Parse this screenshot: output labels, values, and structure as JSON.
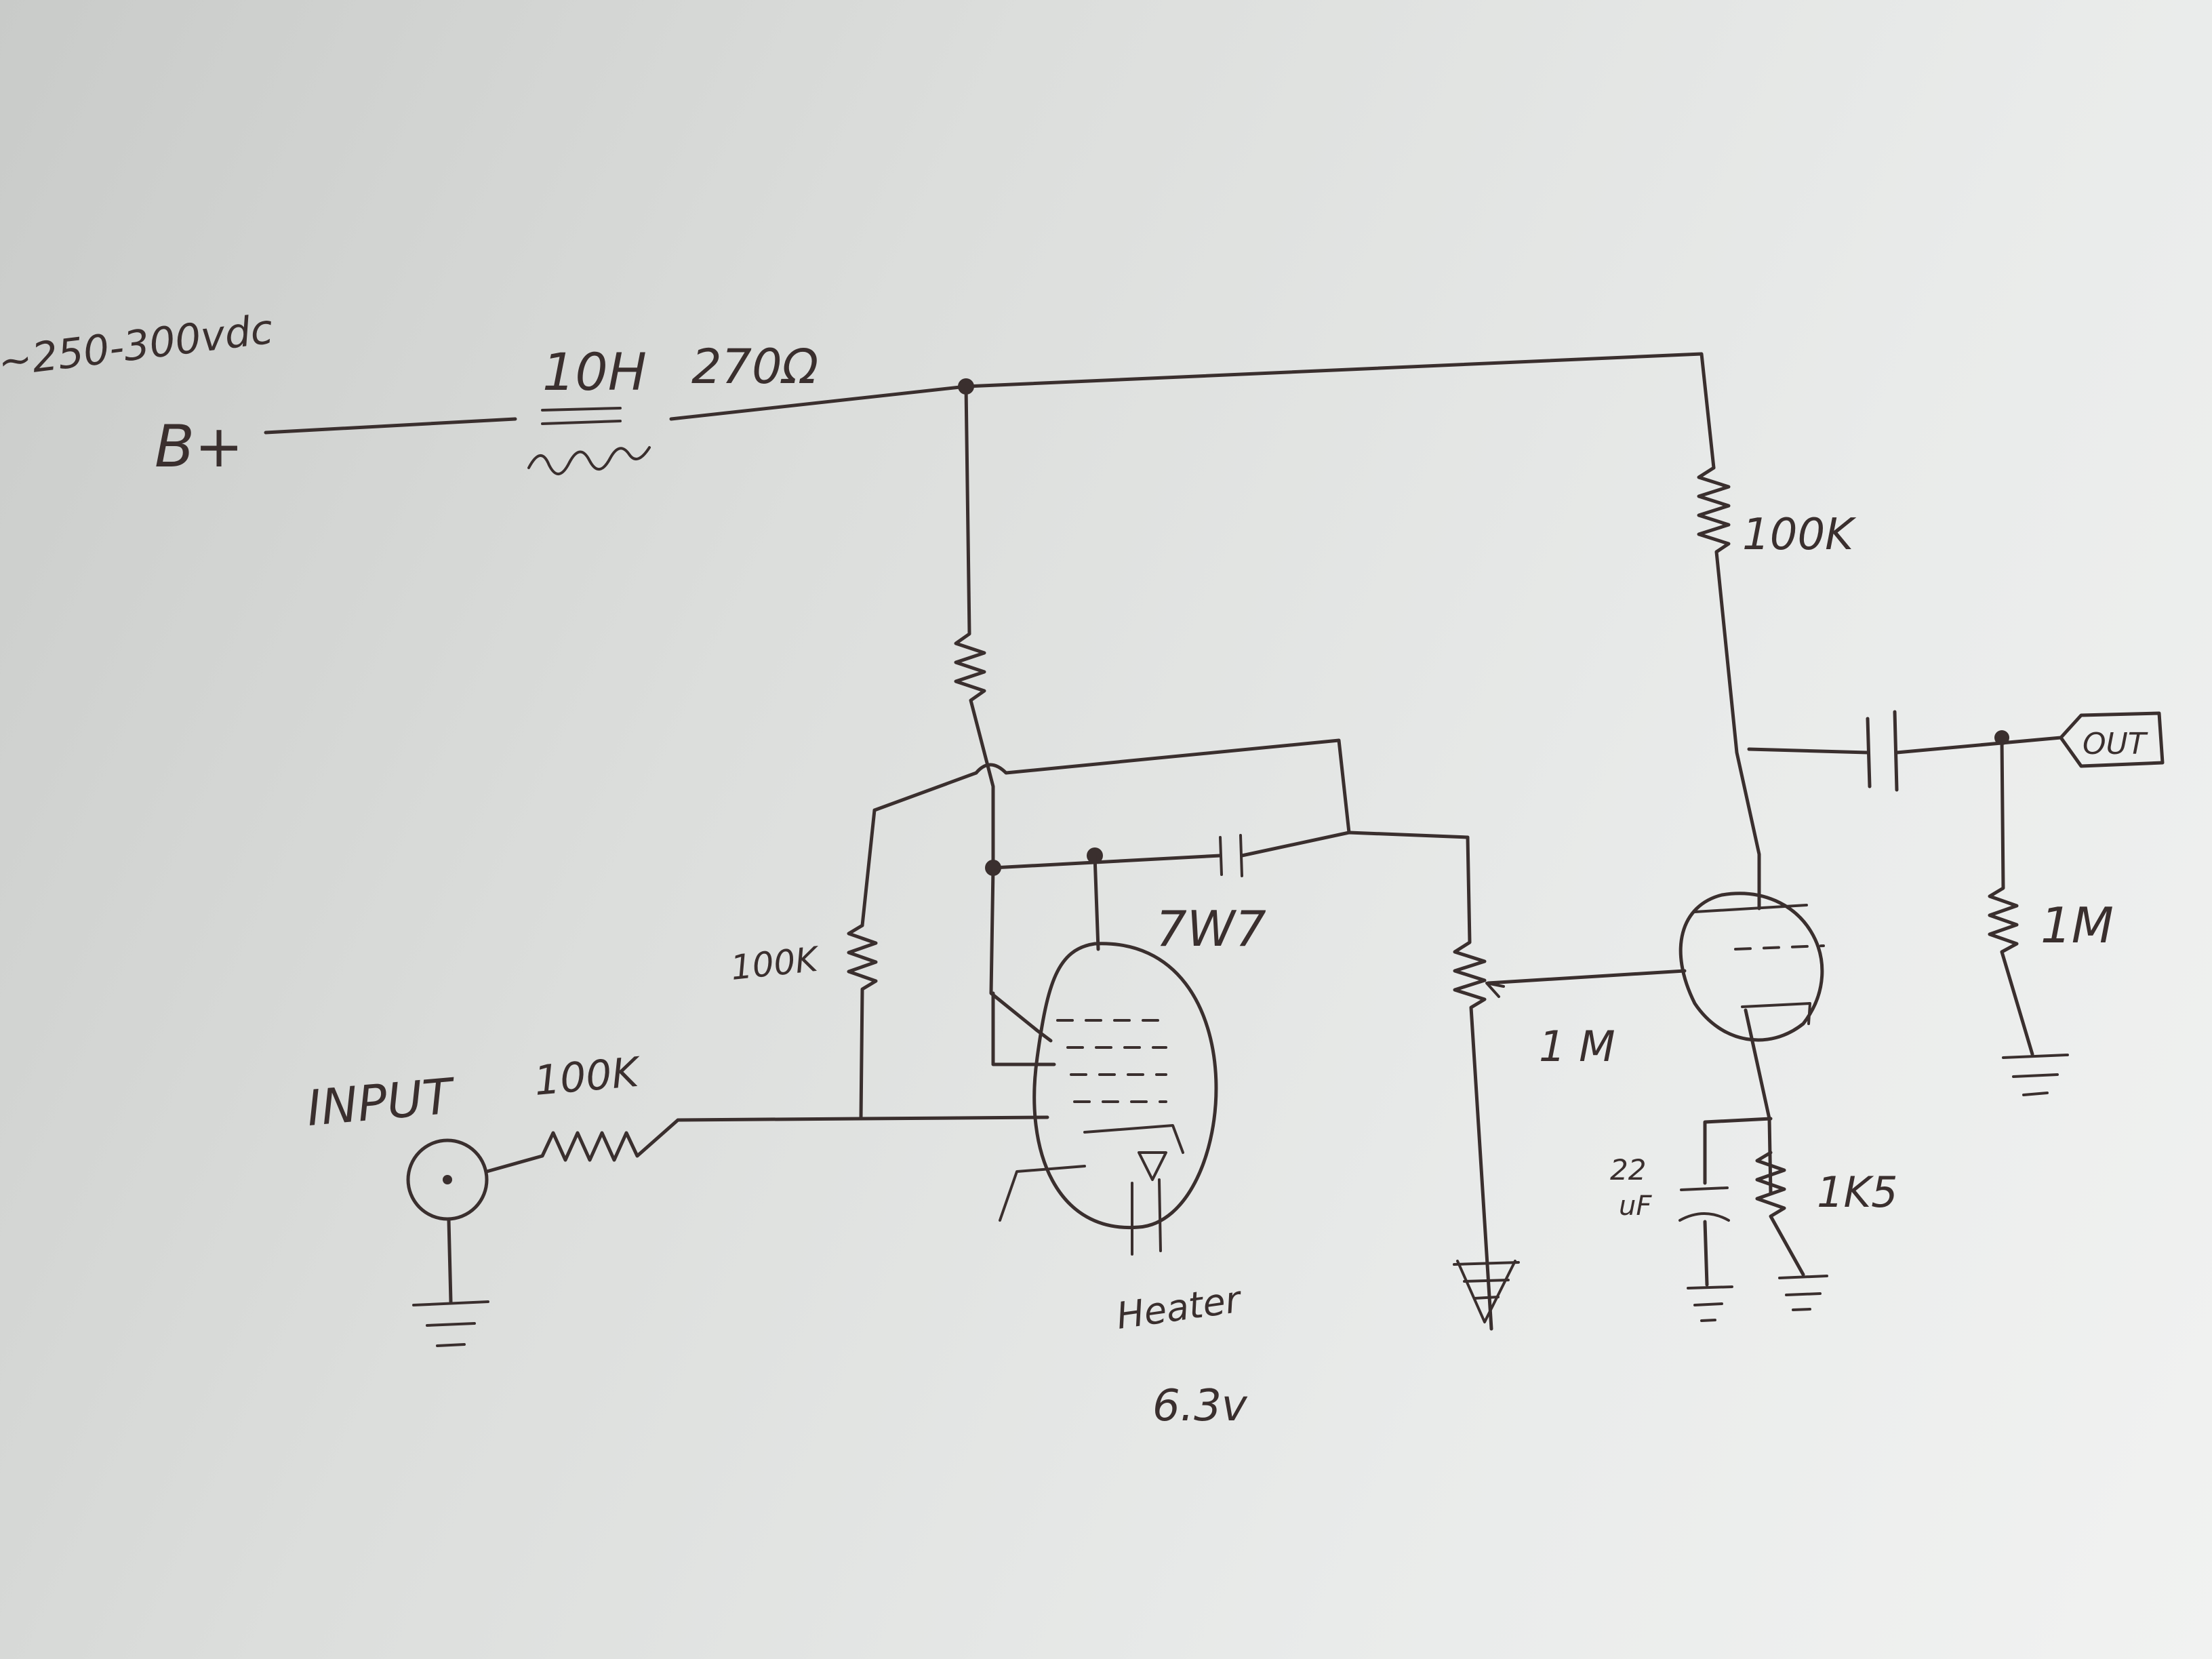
{
  "supply": {
    "voltage": "~250-300vdc",
    "label": "B+"
  },
  "choke": {
    "inductance": "10H",
    "resistance": "270Ω"
  },
  "input": {
    "label": "INPUT",
    "resistor": "100K"
  },
  "stage1": {
    "tube": "7W7",
    "plate_resistor": "100K",
    "heater": "Heater",
    "heater_voltage": "6.3v"
  },
  "volume_pot": "1 M",
  "stage2": {
    "plate_resistor": "100K",
    "cathode_cap": "22",
    "cathode_cap_unit": "uF",
    "cathode_resistor": "1K5"
  },
  "output": {
    "label": "OUT",
    "resistor": "1M"
  },
  "colors": {
    "ink": "#3a2f2e",
    "paper": "#e6e8e6"
  }
}
